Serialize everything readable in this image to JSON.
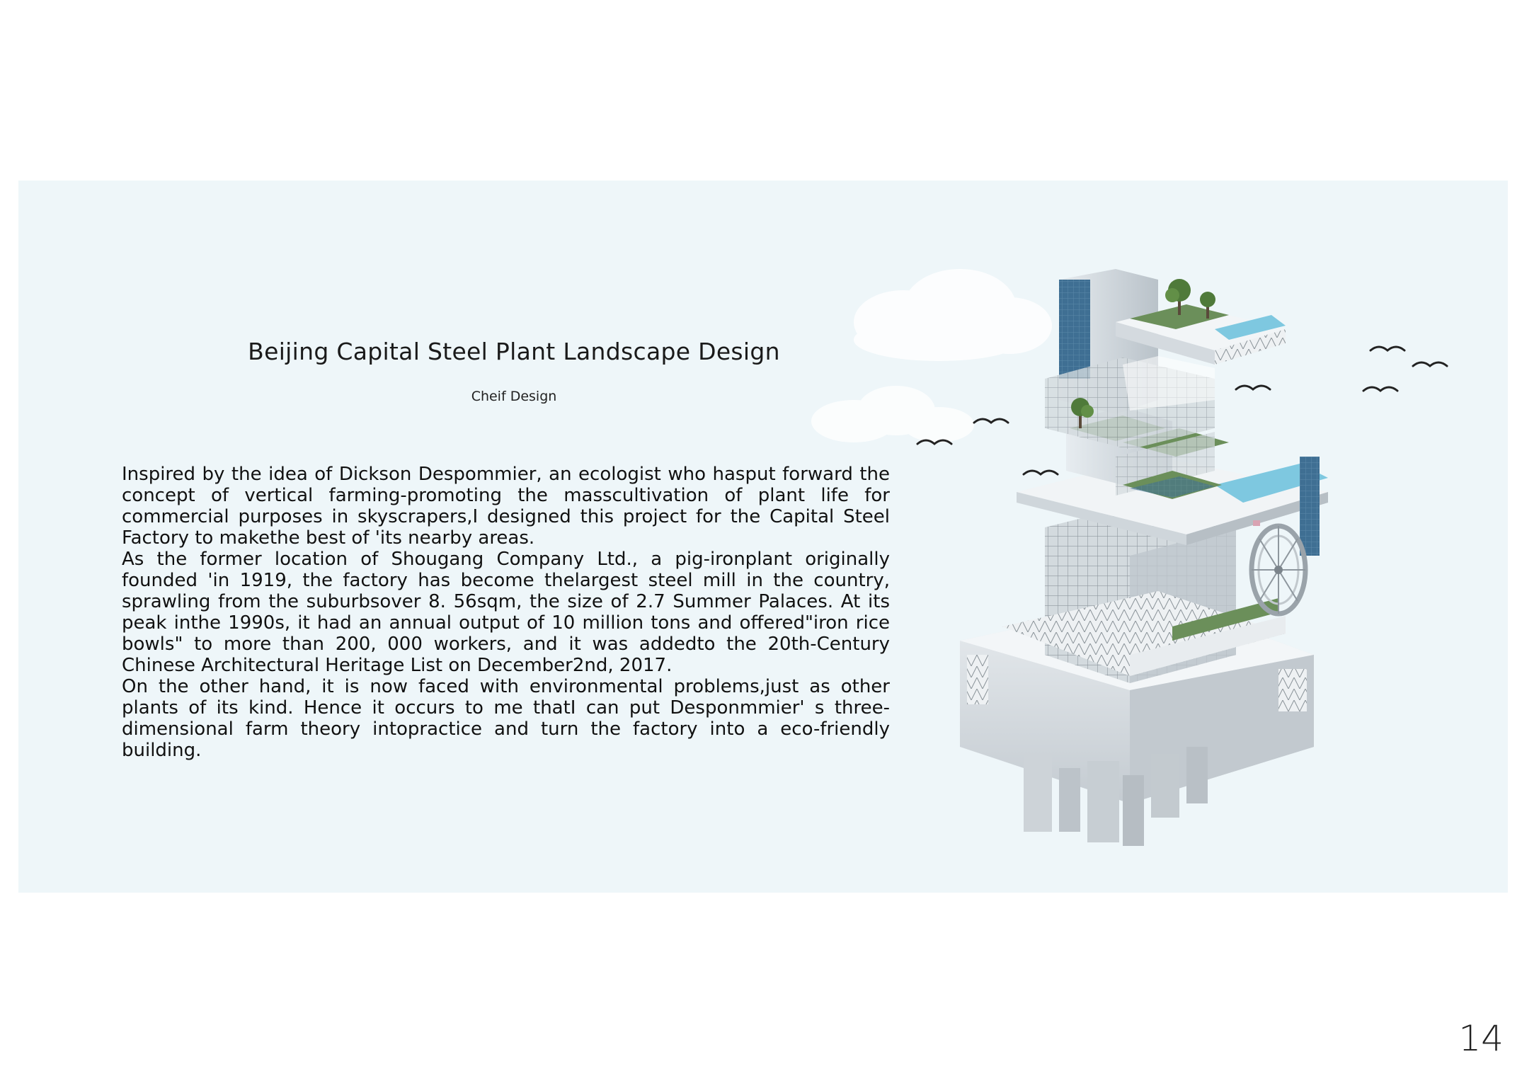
{
  "document": {
    "title": "Beijing Capital Steel Plant Landscape Design",
    "subtitle": "Cheif Design",
    "paragraphs": [
      "Inspired by the idea of Dickson Despommier, an ecologist who hasput forward the concept of vertical farming-promoting the masscultivation of plant life for commercial purposes in skyscrapers,I designed this project for the Capital Steel Factory to makethe best of 'its nearby areas.",
      "As the former location of Shougang Company Ltd., a pig-ironplant originally founded 'in 1919, the factory has become thelargest steel mill in the country, sprawling from the suburbsover 8. 56sqm, the size of 2.7 Summer Palaces. At its peak inthe 1990s, it had an annual output of 10 million tons and offered\"iron rice bowls\" to more than 200, 000 workers, and it was addedto the 20th-Century Chinese Architectural Heritage List on December2nd, 2017.",
      "On the other hand, it is now faced with environmental problems,just as other plants of its kind. Hence it occurs to me thatI can put Desponmmier' s three-dimensional farm theory intopractice and turn the factory into a eco-friendly building."
    ],
    "page_number": "14"
  },
  "colors": {
    "panel_background": "#eef6f9",
    "glass": "#c9d2d8",
    "pool": "#7ec8e0",
    "green_roof": "#6b8f5a",
    "tile_blue": "#3f6f93"
  },
  "icons": [
    "bird-icon",
    "cloud-icon",
    "tree-icon",
    "water-wheel-icon"
  ]
}
